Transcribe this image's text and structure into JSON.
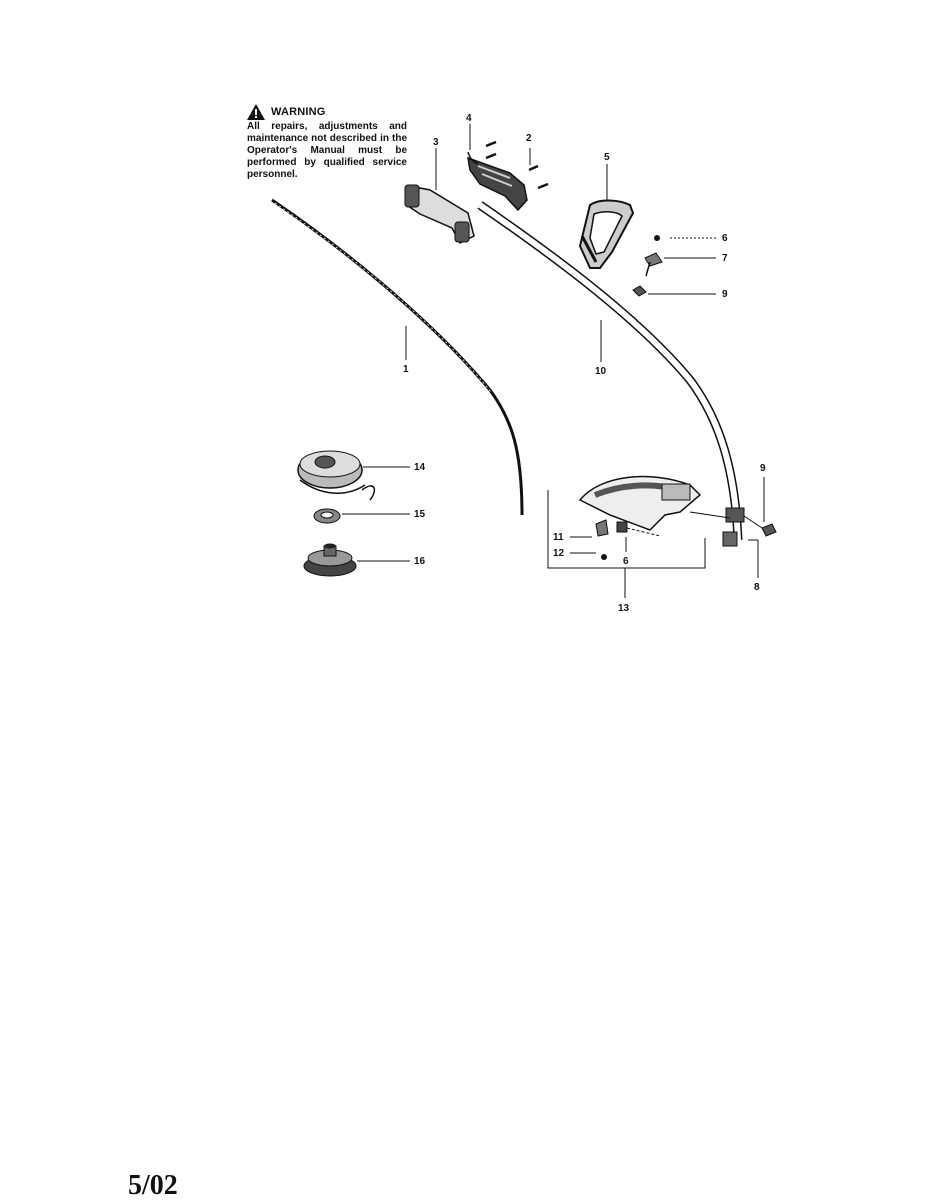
{
  "warning": {
    "title": "WARNING",
    "text": "All repairs, adjustments and maintenance not described in the Operator's Manual must be performed by qualified service personnel."
  },
  "callouts": [
    "1",
    "2",
    "3",
    "4",
    "5",
    "6",
    "7",
    "9",
    "10",
    "14",
    "15",
    "16",
    "9",
    "11",
    "12",
    "6",
    "8",
    "13"
  ],
  "footer": {
    "date": "5/02"
  }
}
